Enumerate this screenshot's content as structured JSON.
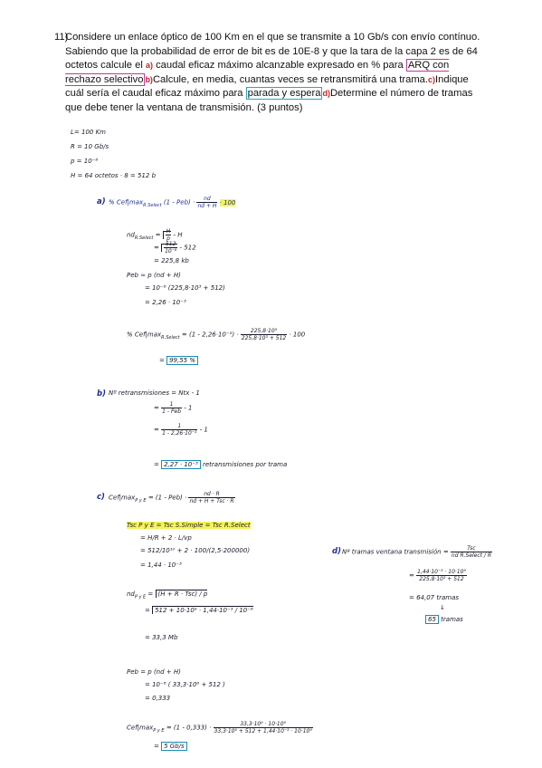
{
  "problem": {
    "number": "11)",
    "seg1": "Considere un enlace óptico de 100 Km en el que se transmite a 10 Gb/s con envío contínuo. Sabiendo que la probabilidad de error de bit es de 10E-8 y que la tara de la capa 2 es de 64 octetos calcule el",
    "mark_a": "a)",
    "seg2": "caudal eficaz máximo alcanzable expresado en % para",
    "box1": "ARQ con rechazo selectivo",
    "mark_b": "b)",
    "seg3": "Calcule, en media, cuantas veces se retransmitirá una trama.",
    "mark_c": "c)",
    "seg4": "Indique cuál sería el caudal eficaz máximo para",
    "box2": "parada y espera",
    "mark_d": "d)",
    "seg5": "Determine el número de tramas que debe tener la ventana de transmisión. (3 puntos)"
  },
  "given": {
    "l": "L= 100 Km",
    "r": "R = 10 Gb/s",
    "p": "p = 10⁻⁸",
    "h": "H = 64 octetos · 8 = 512 b"
  },
  "part_a": {
    "label": "a)",
    "formula_lhs": "% Cef|max",
    "formula_sub": "R.Select",
    "formula_rhs": "(1 - Peb) ·",
    "formula_num": "nd",
    "formula_den": "nd + H",
    "formula_tail": "· 100",
    "nd_lhs": "nd",
    "nd_sub": "R.Select",
    "nd_num": "H",
    "nd_den": "p",
    "nd_tail": "- H",
    "nd_step2_num": "512",
    "nd_step2_den": "10⁻⁸",
    "nd_step2_tail": "- 512",
    "nd_result": "= 225,8 kb",
    "peb_line": "Peb ≃ p (nd + H)",
    "peb_step": "= 10⁻⁸ (225,8·10³ + 512)",
    "peb_result": "= 2,26 · 10⁻³",
    "cef_lhs": "% Cef|max",
    "cef_sub": "R.Select",
    "cef_mid": "= (1 - 2,26·10⁻³) ·",
    "cef_num": "225,8·10³",
    "cef_den": "225,8·10³ + 512",
    "cef_tail": "· 100",
    "result": "99,55 %"
  },
  "part_b": {
    "label": "b)",
    "line1": "Nº retransmisiones = Ntx - 1",
    "line2_num": "1",
    "line2_den": "1 - Peb",
    "line3_num": "1",
    "line3_den": "1 - 2,26·10⁻³",
    "tail": "- 1",
    "result": "2,27 · 10⁻³",
    "result_text": "retransmisiones por trama"
  },
  "part_c": {
    "label": "c)",
    "lhs": "Cef|max",
    "sub": "P y E",
    "rhs": "= (1 - Peb) ·",
    "num": "nd · R",
    "den": "nd + H + Tsc · R",
    "tsc_line": "Tsc P y E = Tsc S.Simple = Tsc R.Select",
    "tsc_step1": "= H/R + 2 · L/vp",
    "tsc_step2_a": "512/10¹⁰",
    "tsc_step2_b": "+ 2 · 100/(2,5·200000)",
    "tsc_result": "= 1,44 · 10⁻³",
    "nd_lhs": "nd",
    "nd_sub": "P y E",
    "nd_rad": "(H + R · Tsc) / p",
    "nd_step": "512 + 10·10⁹ · 1,44·10⁻³ / 10⁻⁸",
    "nd_result": "= 33,3 Mb",
    "peb_line": "Peb = p (nd + H)",
    "peb_step": "= 10⁻⁸ ( 33,3·10⁶ + 512 )",
    "peb_result": "= 0,333",
    "cef_lhs": "Cef|max",
    "cef_sub": "P y E",
    "cef_mid": "= (1 - 0,333) ·",
    "cef_num": "33,3·10⁶ · 10·10⁹",
    "cef_den": "33,3·10⁶ + 512 + 1,44·10⁻³ · 10·10⁹",
    "result": "5 Gb/s"
  },
  "part_d": {
    "label": "d)",
    "line1": "Nº tramas ventana transmisión =",
    "num": "Tsc",
    "den": "nd R.Select / R",
    "step_num": "1,44·10⁻³ · 10·10⁹",
    "step_den": "225,8·10³ + 512",
    "approx": "= 64,07 tramas",
    "result": "65",
    "result_text": "tramas"
  }
}
